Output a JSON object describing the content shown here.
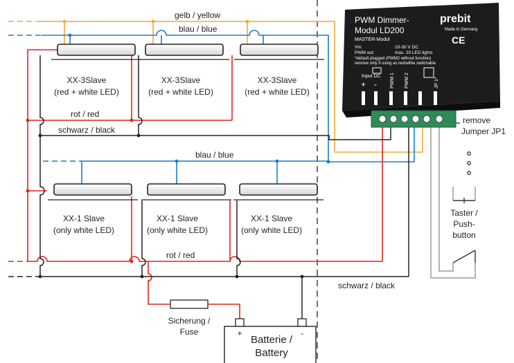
{
  "wires": {
    "yellow": "gelb / yellow",
    "blue_top": "blau / blue",
    "red_top": "rot / red",
    "black_top": "schwarz / black",
    "blue_mid": "blau / blue",
    "red_bottom": "rot / red",
    "black_bottom": "schwarz / black"
  },
  "colors": {
    "yellow": "#f2a93b",
    "blue": "#1a7dc0",
    "red": "#e2231a",
    "black": "#222222",
    "grey": "#9a9a9a",
    "device": "#1c1c1c",
    "terminal": "#2e8b57"
  },
  "slaves_top": [
    {
      "line1": "XX-3Slave",
      "line2": "(red + white LED)"
    },
    {
      "line1": "XX-3Slave",
      "line2": "(red + white LED)"
    },
    {
      "line1": "XX-3Slave",
      "line2": "(red + white LED)"
    }
  ],
  "slaves_bottom": [
    {
      "line1": "XX-1 Slave",
      "line2": "(only white LED)"
    },
    {
      "line1": "XX-1 Slave",
      "line2": "(only white LED)"
    },
    {
      "line1": "XX-1 Slave",
      "line2": "(only white LED)"
    }
  ],
  "dimmer": {
    "title1": "PWM Dimmer-",
    "title2": "Modul LD200",
    "subtitle": "MASTER-Modul",
    "brand": "prebit",
    "made_in": "Made in Germany",
    "ce": "CE",
    "vin_label": "Vin:",
    "vin_value": "10-30 V DC",
    "pwm_label": "PWM out:",
    "pwm_value": "max. 20 LED lights",
    "note1": "*default plugged (PWM2 without function)",
    "note2": "remove only if using as red/withe switchable",
    "input_dc": "Input DC",
    "plus": "+",
    "minus": "-",
    "pwm1": "PWM 1",
    "pwm2": "PWM 2",
    "jp1": "JP 1*"
  },
  "remove_jumper": {
    "line1": "remove",
    "line2": "Jumper JP1"
  },
  "button": {
    "line1": "Taster /",
    "line2": "Push-",
    "line3": "button"
  },
  "fuse": {
    "line1": "Sicherung /",
    "line2": "Fuse"
  },
  "battery": {
    "line1": "Batterie /",
    "line2": "Battery",
    "plus": "+",
    "minus": "-"
  }
}
